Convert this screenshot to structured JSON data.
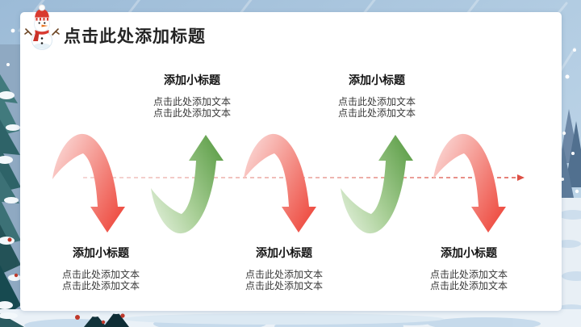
{
  "slide": {
    "title": "点击此处添加标题"
  },
  "colors": {
    "arrow_red": "#ee4b40",
    "arrow_red_light": "#fbdbd9",
    "arrow_green": "#60a04b",
    "arrow_green_light": "#e3f0dc",
    "dashed_line": "#dd4f44",
    "hat_scarf_red": "#d93a2f",
    "card_background": "#ffffff"
  },
  "icons": {
    "snowman": "snowman-icon",
    "dashed_axis": "dashed-arrow-line"
  },
  "diagram": {
    "type": "wave-arrow-sequence",
    "sequence": [
      "down",
      "up",
      "down",
      "up",
      "down"
    ]
  },
  "groups": {
    "top": [
      {
        "subtitle": "添加小标题",
        "line1": "点击此处添加文本",
        "line2": "点击此处添加文本"
      },
      {
        "subtitle": "添加小标题",
        "line1": "点击此处添加文本",
        "line2": "点击此处添加文本"
      }
    ],
    "bottom": [
      {
        "subtitle": "添加小标题",
        "line1": "点击此处添加文本",
        "line2": "点击此处添加文本"
      },
      {
        "subtitle": "添加小标题",
        "line1": "点击此处添加文本",
        "line2": "点击此处添加文本"
      },
      {
        "subtitle": "添加小标题",
        "line1": "点击此处添加文本",
        "line2": "点击此处添加文本"
      }
    ]
  }
}
